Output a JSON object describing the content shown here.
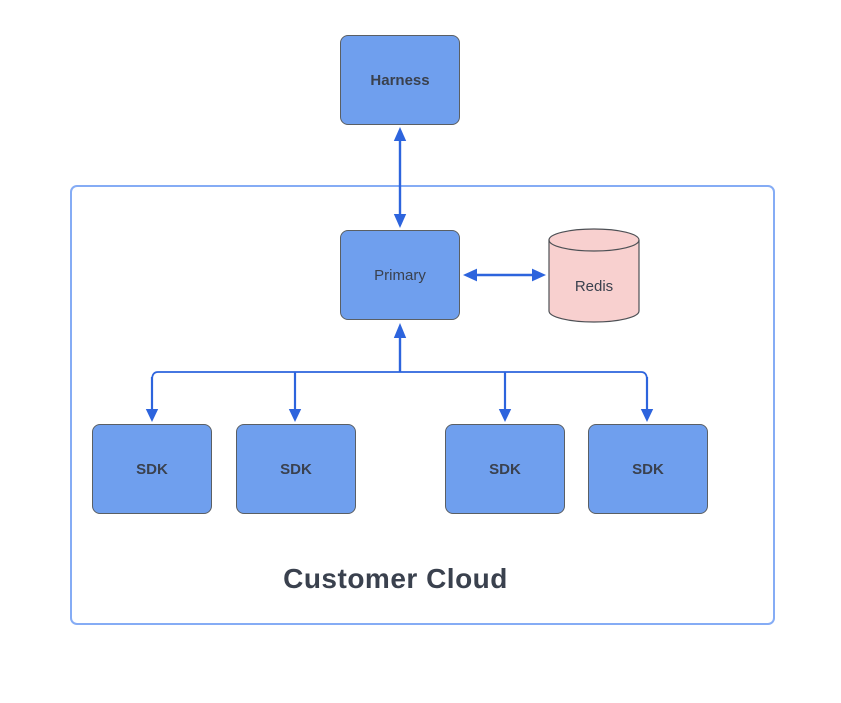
{
  "diagram": {
    "container": {
      "label": "Customer Cloud"
    },
    "nodes": {
      "harness": {
        "label": "Harness",
        "shape": "rounded-rectangle",
        "fill": "#6f9fee"
      },
      "primary": {
        "label": "Primary",
        "shape": "rounded-rectangle",
        "fill": "#6f9fee"
      },
      "redis": {
        "label": "Redis",
        "shape": "cylinder",
        "fill": "#f8d0cf"
      },
      "sdk1": {
        "label": "SDK",
        "shape": "rounded-rectangle",
        "fill": "#6f9fee"
      },
      "sdk2": {
        "label": "SDK",
        "shape": "rounded-rectangle",
        "fill": "#6f9fee"
      },
      "sdk3": {
        "label": "SDK",
        "shape": "rounded-rectangle",
        "fill": "#6f9fee"
      },
      "sdk4": {
        "label": "SDK",
        "shape": "rounded-rectangle",
        "fill": "#6f9fee"
      }
    },
    "edges": [
      {
        "from": "Harness",
        "to": "Primary",
        "arrows": "both"
      },
      {
        "from": "Primary",
        "to": "Redis",
        "arrows": "both"
      },
      {
        "from": "Primary",
        "to": "SDK (x4)",
        "arrows": "both",
        "style": "tree: up-arrow into Primary, down-arrows into each SDK"
      }
    ],
    "colors": {
      "node_fill": "#6f9fee",
      "node_border": "#5a5f64",
      "label_text": "#3a414e",
      "arrow": "#2d64dd",
      "container_border": "#85acf5",
      "cylinder_fill": "#f8d0cf",
      "cylinder_border": "#4d5055",
      "background": "#ffffff"
    }
  }
}
